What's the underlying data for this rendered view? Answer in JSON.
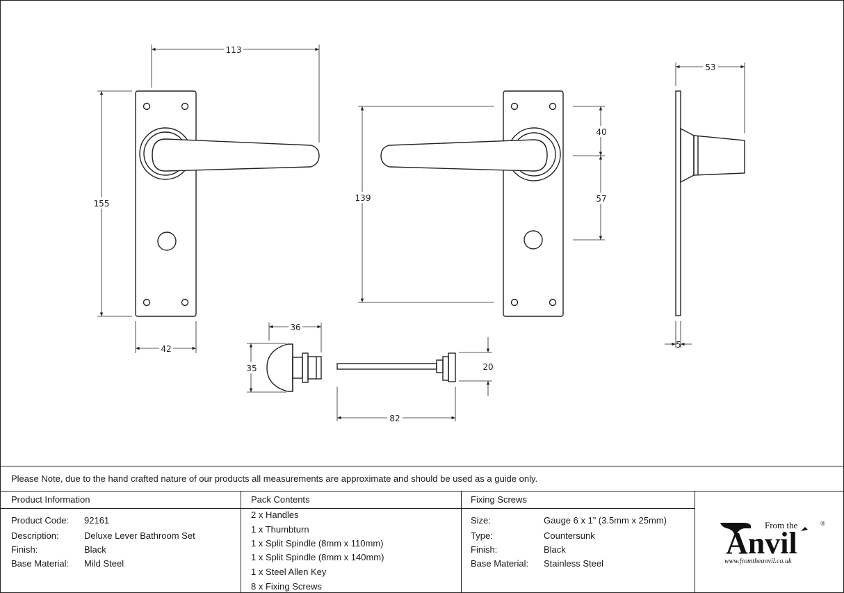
{
  "dimensions": {
    "front_width_113": "113",
    "front_height_155": "155",
    "front_plate_42": "42",
    "back_height_139": "139",
    "back_top_40": "40",
    "back_mid_57": "57",
    "side_proj_53": "53",
    "side_thick_5": "5",
    "thumb_36": "36",
    "thumb_35": "35",
    "spindle_20": "20",
    "spindle_82": "82"
  },
  "note": "Please Note, due to the hand crafted nature of our products all measurements are approximate and should be used as a guide only.",
  "product_info": {
    "title": "Product Information",
    "rows": [
      {
        "label": "Product Code:",
        "value": "92161"
      },
      {
        "label": "Description:",
        "value": "Deluxe Lever Bathroom Set"
      },
      {
        "label": "Finish:",
        "value": "Black"
      },
      {
        "label": "Base Material:",
        "value": "Mild Steel"
      }
    ]
  },
  "pack_contents": {
    "title": "Pack Contents",
    "items": [
      "2 x Handles",
      "1 x Thumbturn",
      "1 x Split Spindle (8mm x 110mm)",
      "1 x Split Spindle (8mm x 140mm)",
      "1 x Steel Allen Key",
      "8 x Fixing Screws"
    ]
  },
  "fixing_screws": {
    "title": "Fixing Screws",
    "rows": [
      {
        "label": "Size:",
        "value": "Gauge 6 x 1” (3.5mm x 25mm)"
      },
      {
        "label": "Type:",
        "value": "Countersunk"
      },
      {
        "label": "Finish:",
        "value": "Black"
      },
      {
        "label": "Base Material:",
        "value": "Stainless Steel"
      }
    ]
  },
  "logo": {
    "from_the": "From the",
    "brand": "Anvil",
    "registered": "®",
    "url": "www.fromtheanvil.co.uk"
  }
}
